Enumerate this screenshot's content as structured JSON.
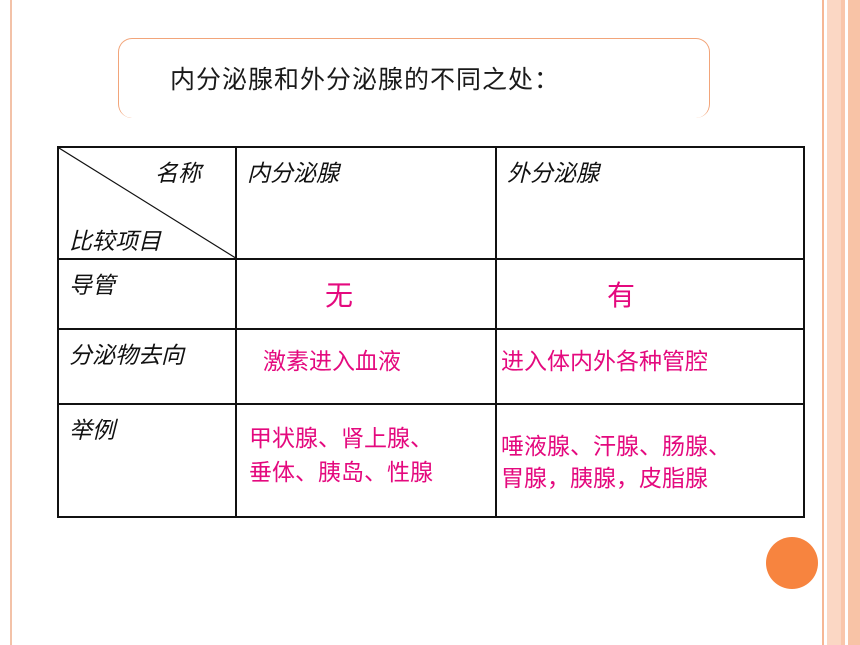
{
  "title": "内分泌腺和外分泌腺的不同之处：",
  "colors": {
    "accent_pink": "#e4097e",
    "circle_orange": "#f7843f",
    "border_peach": "#f2a57a"
  },
  "table": {
    "header": {
      "corner_top": "名称",
      "corner_bottom": "比较项目",
      "col_endocrine": "内分泌腺",
      "col_exocrine": "外分泌腺"
    },
    "rows": [
      {
        "label": "导管",
        "endocrine": "无",
        "exocrine": "有"
      },
      {
        "label": "分泌物去向",
        "endocrine": "激素进入血液",
        "exocrine": "进入体内外各种管腔"
      },
      {
        "label": "举例",
        "endocrine_lines": [
          "甲状腺、肾上腺、",
          "垂体、胰岛、性腺"
        ],
        "exocrine_lines": [
          "唾液腺、汗腺、肠腺、",
          "胃腺，胰腺，皮脂腺"
        ]
      }
    ]
  }
}
